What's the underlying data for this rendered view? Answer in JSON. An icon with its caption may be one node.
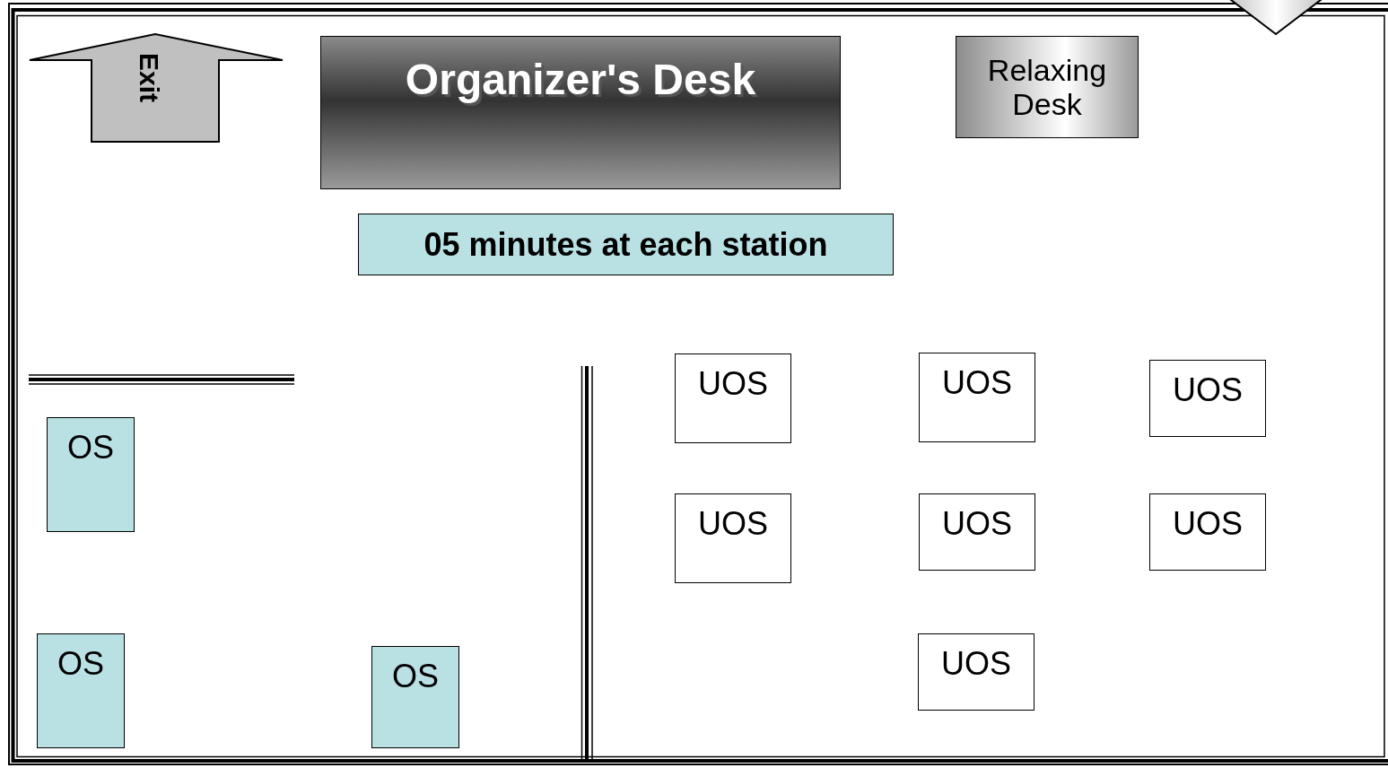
{
  "diagram": {
    "nodes": [
      {
        "text": [
          "Exit"
        ]
      },
      {
        "text": [
          "Organizer's Desk"
        ]
      },
      {
        "text": [
          "Relaxing Desk"
        ]
      },
      {
        "text": [],
        "shape": "arrow"
      },
      {
        "text": [
          "05 minutes at each station"
        ]
      },
      {
        "text": [
          "UOS"
        ]
      },
      {
        "text": [
          "UOS"
        ]
      },
      {
        "text": [
          "UOS"
        ]
      },
      {
        "text": [
          "OS"
        ]
      },
      {
        "text": [
          "UOS"
        ]
      },
      {
        "text": [
          "UOS"
        ]
      },
      {
        "text": [
          "UOS"
        ]
      },
      {
        "text": [
          "OS"
        ]
      },
      {
        "text": [
          "OS"
        ]
      },
      {
        "text": [
          "UOS"
        ]
      }
    ]
  }
}
